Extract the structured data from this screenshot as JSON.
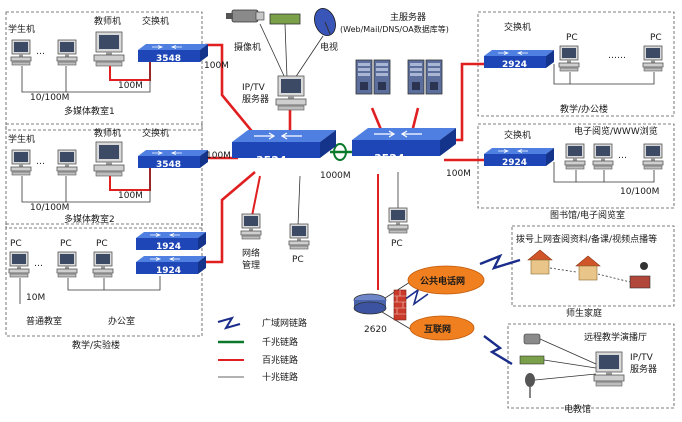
{
  "colors": {
    "switch": "#1e46b6",
    "red_link": "#e02020",
    "green_link": "#0a7a2a",
    "wan": "#1a2d8a"
  },
  "groups": {
    "mm1": {
      "title": "多媒体教室1",
      "student": "学生机",
      "teacher": "教师机",
      "switch_label": "交换机",
      "switch_model": "3548",
      "speed_teacher": "100M",
      "speed_student": "10/100M"
    },
    "mm2": {
      "title": "多媒体教室2",
      "student": "学生机",
      "teacher": "教师机",
      "switch_label": "交换机",
      "switch_model": "3548",
      "speed_teacher": "100M",
      "speed_student": "10/100M"
    },
    "lab": {
      "pc1": "PC",
      "pc2": "PC",
      "pc3": "PC",
      "switch_a": "1924",
      "switch_b": "1924",
      "speed": "10M",
      "ordinary": "普通教室",
      "office": "办公室"
    },
    "left_title": "教学/实验楼",
    "upper_speed": "100M",
    "mid_speed": "100M"
  },
  "center": {
    "camera": "摄像机",
    "tv": "电视",
    "iptv": [
      "IP/TV",
      "服务器"
    ],
    "core_left": "3524",
    "core_right": "3524",
    "core_link_speed": "1000M",
    "mgmt": [
      "网络",
      "管理"
    ],
    "pc_mid": "PC",
    "pc_core": "PC",
    "main_server_title": "主服务器",
    "main_server_sub": "(Web/Mail/DNS/OA数据库等)",
    "router": "2620",
    "pstn": "公共电话网",
    "internet": "互联网"
  },
  "right": {
    "office": {
      "switch_label": "交换机",
      "switch_model": "2924",
      "pc1": "PC",
      "pc2": "PC",
      "title": "教学/办公楼"
    },
    "library": {
      "switch_label": "交换机",
      "title_top": "电子阅览/WWW浏览",
      "switch_model": "2924",
      "speed": "10/100M",
      "title": "图书馆/电子阅览室",
      "link_speed": "100M"
    },
    "home": {
      "title_top": "拨号上网查阅资料/备课/视频点播等",
      "title": "师生家庭"
    },
    "tv_station": {
      "title_top": "远程教学演播厅",
      "iptv": [
        "IP/TV",
        "服务器"
      ],
      "title": "电教馆"
    }
  },
  "legend": {
    "wan": "广域网链路",
    "gigabit": "千兆链路",
    "fast": "百兆链路",
    "ten": "十兆链路"
  }
}
